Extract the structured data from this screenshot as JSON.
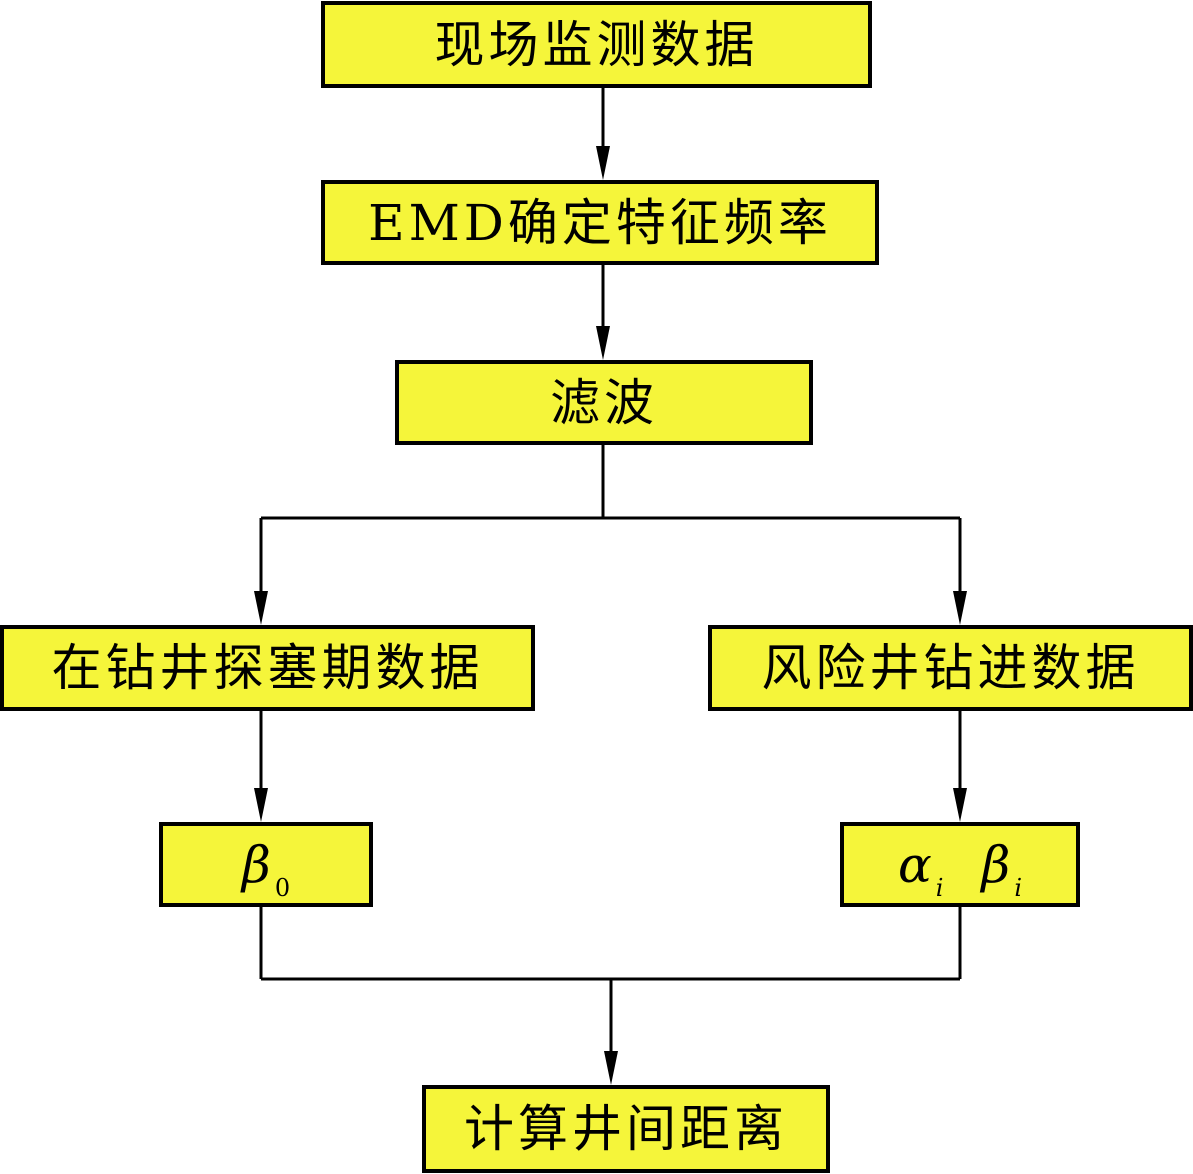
{
  "colors": {
    "box_fill": "#f5f53a",
    "box_border": "#000000",
    "line": "#000000"
  },
  "nodes": {
    "field_data": "现场监测数据",
    "emd": "EMD确定特征频率",
    "filter": "滤波",
    "drilling_data": "在钻井探塞期数据",
    "risk_data": "风险井钻进数据",
    "beta0": {
      "symbol": "β",
      "subscript": "0"
    },
    "alpha_beta": {
      "alpha_symbol": "α",
      "alpha_subscript": "i",
      "beta_symbol": "β",
      "beta_subscript": "i"
    },
    "distance": "计算井间距离"
  }
}
